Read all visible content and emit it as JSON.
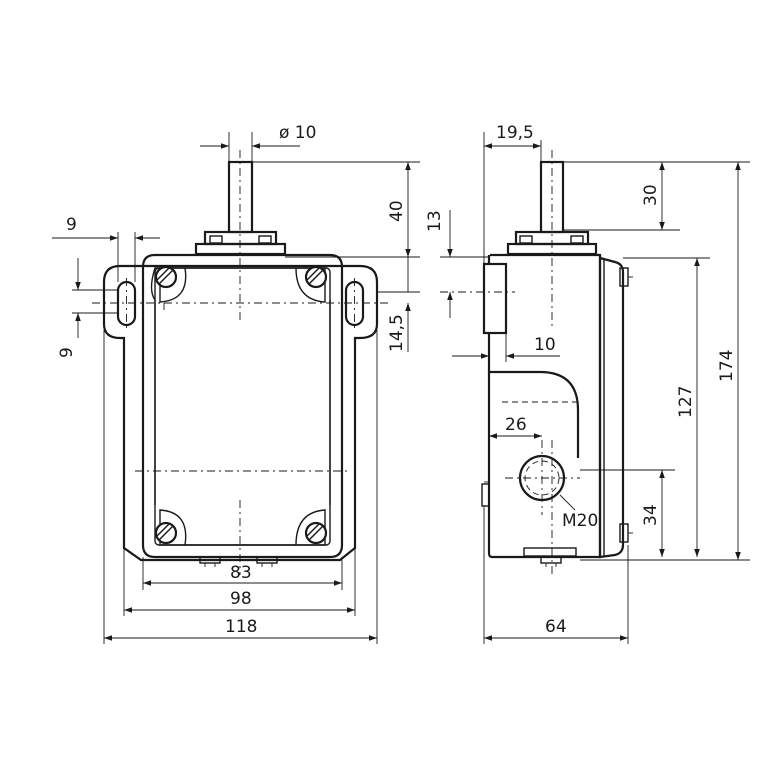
{
  "front_view": {
    "labels": {
      "shaft_diameter": "ø 10",
      "shaft_length": "40",
      "slot_width_top": "9",
      "slot_width_side": "9",
      "slot_offset": "14,5",
      "inner_width": "83",
      "middle_width": "98",
      "overall_width": "118"
    }
  },
  "side_view": {
    "labels": {
      "shaft_offset": "19,5",
      "shaft_top": "30",
      "flange_height": "13",
      "flange_depth": "10",
      "gland_offset": "26",
      "gland_thread": "M20",
      "gland_height": "34",
      "body_height": "127",
      "overall_height": "174",
      "overall_depth": "64"
    }
  }
}
